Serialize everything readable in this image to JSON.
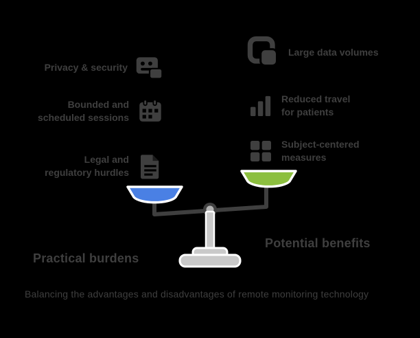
{
  "colors": {
    "background": "#000000",
    "text": "#3f3f3f",
    "pan_left_fill": "#4a80e4",
    "pan_right_fill": "#8cbf3f",
    "pan_outline": "#ffffff",
    "stand_fill": "#c9c9c9",
    "beam": "#3f3f3f"
  },
  "left_items": [
    {
      "label": "Privacy & security",
      "icon": "id-card-icon"
    },
    {
      "label": "Bounded and\nscheduled sessions",
      "icon": "calendar-icon"
    },
    {
      "label": "Legal and\nregulatory hurdles",
      "icon": "document-icon"
    }
  ],
  "right_items": [
    {
      "label": "Large data volumes",
      "icon": "copy-icon"
    },
    {
      "label": "Reduced travel\nfor patients",
      "icon": "chart-icon"
    },
    {
      "label": "Subject-centered\nmeasures",
      "icon": "grid-icon"
    }
  ],
  "scale": {
    "left_label": "Practical burdens",
    "right_label": "Potential benefits"
  },
  "caption": "Balancing the advantages and disadvantages of remote monitoring technology"
}
